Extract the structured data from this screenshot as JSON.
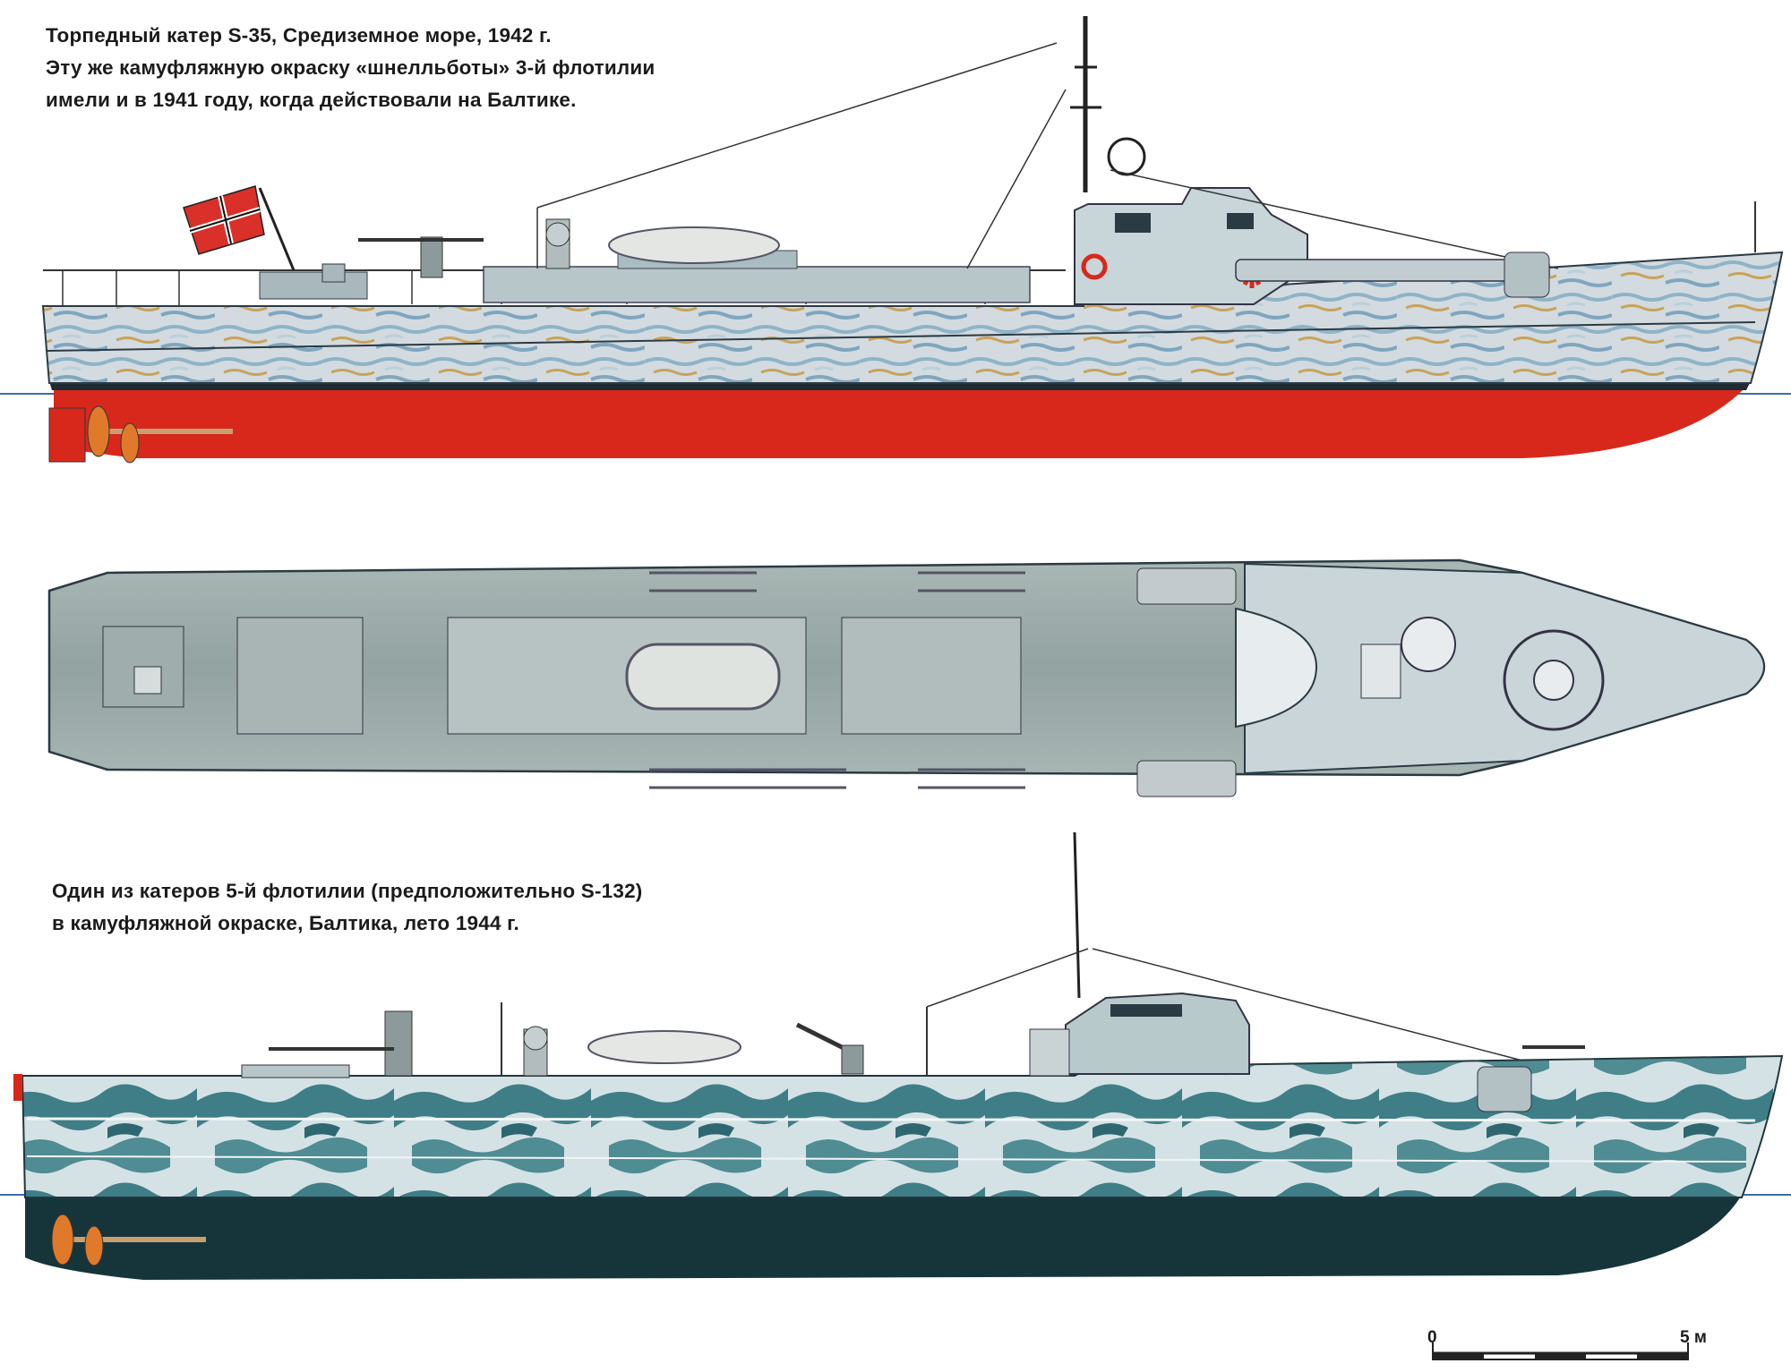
{
  "captions": {
    "boat1": {
      "line1": "Торпедный катер S-35, Средиземное море, 1942 г.",
      "line2": "Эту же камуфляжную окраску «шнелльботы» 3-й флотилии",
      "line3": "имели и в 1941 году, когда действовали на Балтике."
    },
    "boat2": {
      "line1": "Один из катеров 5-й флотилии (предположительно S-132)",
      "line2": "в камуфляжной окраске, Балтика, лето 1944 г."
    }
  },
  "scale": {
    "start": "0",
    "end": "5 м"
  },
  "colors": {
    "hull_red": "#d8281c",
    "hull_dark": "#16353a",
    "camo_light_grey": "#d7dde0",
    "camo_blue": "#8fb3c8",
    "camo_ochre": "#c9a35a",
    "camo_teal": "#3f7e86",
    "deck_grey": "#9aa8a7",
    "waterline": "#3a6ea8",
    "flag_red": "#d9302a"
  }
}
